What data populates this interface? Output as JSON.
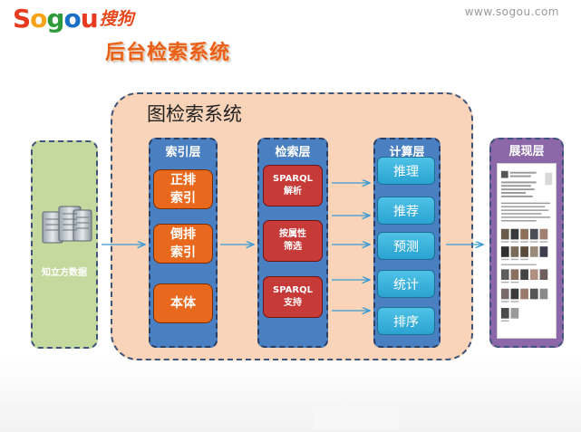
{
  "header": {
    "logo_letters": [
      "S",
      "o",
      "g",
      "o",
      "u"
    ],
    "logo_cn": "搜狗",
    "site": "www.sogou.com",
    "title": "后台检索系统"
  },
  "colors": {
    "logo": [
      "#e83a1f",
      "#f6a31a",
      "#2f9a3a",
      "#1b6fc4",
      "#e83a1f"
    ],
    "title": "#e8601a",
    "system_bg": "#f9d4b8",
    "kb_bg": "#c5d99f",
    "column_blue": "#4a7fc1",
    "orange_node": "#e8691d",
    "red_node": "#c63a38",
    "cyan_node": "#2aa3d2",
    "display_purple": "#8c68a8",
    "arrow": "#3a9bd5"
  },
  "diagram": {
    "system_title": "图检索系统",
    "knowledge_base": {
      "label": "知立方数据",
      "icon": "server-icon"
    },
    "index_layer": {
      "title": "索引层",
      "items": [
        "正排\n索引",
        "倒排\n索引",
        "本体"
      ]
    },
    "search_layer": {
      "title": "检索层",
      "items": [
        "SPARQL\n解析",
        "按属性\n筛选",
        "SPARQL\n支持"
      ]
    },
    "compute_layer": {
      "title": "计算层",
      "items": [
        "推理",
        "推荐",
        "预测",
        "统计",
        "排序"
      ]
    },
    "display_layer": {
      "title": "展现层"
    }
  }
}
